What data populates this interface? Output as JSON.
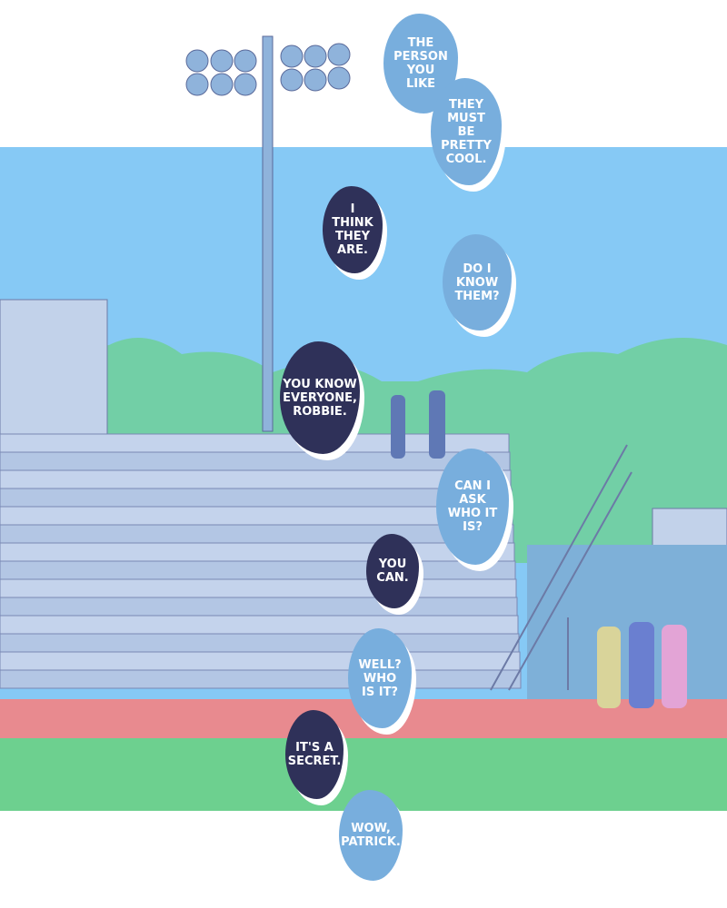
{
  "colors": {
    "sky": "#86c9f5",
    "trees": "#72cfa6",
    "bleachers": "#b9cbe6",
    "track": "#e88a8f",
    "grass": "#6dd08f",
    "bubble_light": "#78aedd",
    "bubble_dark": "#2f3159"
  },
  "dialogue": [
    {
      "speaker": "light",
      "text": "THE PERSON YOU LIKE"
    },
    {
      "speaker": "light",
      "text": "THEY MUST BE PRETTY COOL."
    },
    {
      "speaker": "dark",
      "text": "I THINK THEY ARE."
    },
    {
      "speaker": "light",
      "text": "DO I KNOW THEM?"
    },
    {
      "speaker": "dark",
      "text": "YOU KNOW EVERYONE, ROBBIE."
    },
    {
      "speaker": "light",
      "text": "CAN I ASK WHO IT IS?"
    },
    {
      "speaker": "dark",
      "text": "YOU CAN."
    },
    {
      "speaker": "light",
      "text": "WELL? WHO IS IT?"
    },
    {
      "speaker": "dark",
      "text": "IT'S A SECRET."
    },
    {
      "speaker": "light",
      "text": "WOW, PATRICK."
    }
  ]
}
